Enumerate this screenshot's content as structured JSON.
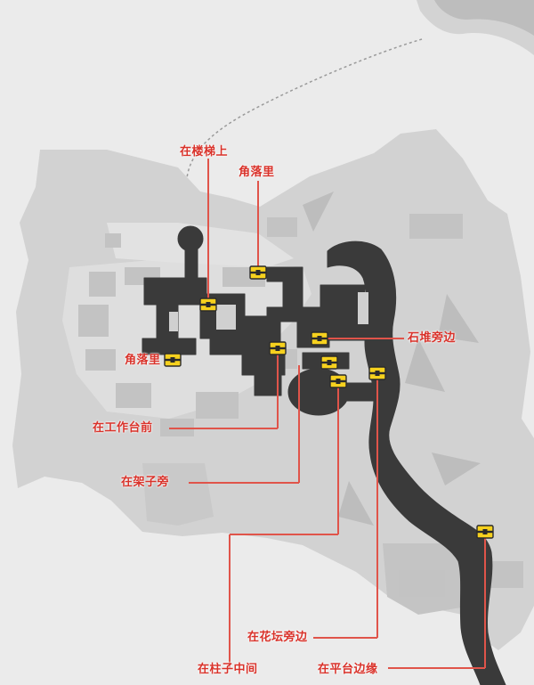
{
  "map": {
    "colors": {
      "background": "#ebebeb",
      "terrain": "#d2d2d2",
      "corridor": "#3a3a3a",
      "leader_line": "#e0544a",
      "label": "#d9322a",
      "marker_fill": "#f6d11e"
    },
    "labels": {
      "stairs": "在楼梯上",
      "corner_top": "角落里",
      "stone_pile": "石堆旁边",
      "corner_left": "角落里",
      "workbench": "在工作台前",
      "shelf": "在架子旁",
      "flowerbed": "在花坛旁边",
      "pillars": "在柱子中间",
      "platform_edge": "在平台边缘"
    },
    "markers": [
      {
        "name": "chest-stairs"
      },
      {
        "name": "chest-corner-top"
      },
      {
        "name": "chest-stone-pile"
      },
      {
        "name": "chest-corner-left"
      },
      {
        "name": "chest-workbench"
      },
      {
        "name": "chest-shelf"
      },
      {
        "name": "chest-flowerbed"
      },
      {
        "name": "chest-pillars"
      },
      {
        "name": "chest-platform-edge"
      }
    ]
  }
}
